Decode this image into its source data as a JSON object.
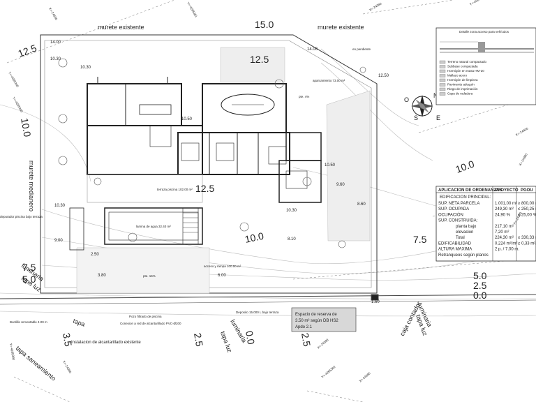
{
  "labels": {
    "wall_top_left": "murete existente",
    "wall_top_right": "murete existente",
    "wall_left": "murete medianero",
    "dim_15": "15.0",
    "dim_125_a": "12.5",
    "dim_125_b": "12.5",
    "dim_125_c": "12.5",
    "dim_100_left": "10.0",
    "dim_100_right": "10.0",
    "dim_100_mid": "10.0",
    "dim_75_right": "7.5",
    "dim_75_left": "7.5",
    "dim_50_left": "5.0",
    "dim_50_right": "5.0",
    "dim_25_right": "2.5",
    "dim_00_right": "0.0",
    "dim_25_bottom": "2.5",
    "dim_35_bottom": "3.5",
    "dim_00_bottom": "0.0",
    "dim_25_bottom2": "2.5",
    "e_1400_top": "14.00",
    "e_1400_top2": "14.00",
    "e_1030_a": "10.30",
    "e_1030_b": "10.30",
    "e_1030_c": "10.30",
    "e_1030_d": "10.30",
    "e_1050_a": "10.50",
    "e_1050_b": "10.50",
    "e_1250": "12.50",
    "e_960": "9.60",
    "e_860": "8.60",
    "e_900": "9.00",
    "e_810": "8.10",
    "e_250": "2.50",
    "e_380": "3.80",
    "e_600": "6.00",
    "e_160": "1.60",
    "en_pendiente": "en pendiente",
    "aparcamiento": "aparcamiento 73.00 m²",
    "pte4": "pte. 4%",
    "pte16": "pte. 16%",
    "terraza_piscina": "terraza piscina 102.00 m²",
    "lamina_agua": "lamina de agua 32.40 m²",
    "acceso": "acceso y rampa 100.00 m²",
    "depurador": "depurador piscina bajo terraza",
    "pozo": "Pozo filtrado de piscina",
    "conexion": "Conexion a red de alcantarillado PVC-Ø200",
    "deposito": "Deposito 15.000 L bajo terraza",
    "bordillo": "Bordillo remontable 4.00 m",
    "instalacion": "Instalacion de alcantarillado existente",
    "tapa": "tapa",
    "tapa_luz_left": "tapa luz",
    "tapa_luz_mid": "tapa luz",
    "tapa_saneamiento": "tapa saneamiento",
    "luminaria_left": "luminaria",
    "luminaria_mid": "luminaria",
    "luminaria_right": "luminaria",
    "tapa_luz_right": "tapa luz",
    "caja_contador": "caja contador",
    "reserva_box": [
      "Espacio de reserva de",
      "3.50 m² según DB HS2",
      "Apdo 2.1"
    ],
    "coords": [
      "X=-24630",
      "Y=-4265361",
      "Y=-4265300",
      "X=-24380",
      "X=-24400",
      "X=-24380",
      "X=-24380",
      "Y=-4265360",
      "Y=-4265340",
      "X=-24380",
      "Y=-4265360",
      "X=-24380",
      "Y=-4265340",
      "X=-24380"
    ]
  },
  "compass": {
    "n": "N",
    "s": "S",
    "e": "E",
    "o": "O"
  },
  "detail": {
    "title": "Detalle zona acceso para vehículos",
    "legend": [
      "Terreno natural compactado",
      "Subbase compactada",
      "Hormigón en masa HM-20",
      "Mallazo acero",
      "Hormigón de limpieza",
      "Pavimento adoquín",
      "Riego de imprimación",
      "Capa de rodadura"
    ]
  },
  "table": {
    "headers": [
      "APLICACION DE ORDENANZAS",
      "PROYECTO",
      "PGOU"
    ],
    "section1": "EDIFICACION PRINCIPAL:",
    "rows": [
      {
        "label": "SUP. NETA PARCELA",
        "proj": "1.001,00 m²",
        "pgou": "≥ 800,00 m²"
      },
      {
        "label": "SUP. OCUPADA",
        "proj": "249,30 m²",
        "pgou": "≤ 250,25 m²"
      },
      {
        "label": "OCUPACIÓN",
        "proj": "24,90 %",
        "pgou": "≤ 25,00 %"
      },
      {
        "label": "SUP. CONSTRUIDA:",
        "proj": "",
        "pgou": ""
      },
      {
        "label": "planta bajo",
        "proj": "217,10 m²",
        "pgou": ""
      },
      {
        "label": "elevacion",
        "proj": "7,20 m²",
        "pgou": ""
      },
      {
        "label": "Total",
        "proj": "224,30 m²",
        "pgou": "≤ 330,33 m²"
      },
      {
        "label": "EDIFICABILIDAD",
        "proj": "0,224 m²/m²",
        "pgou": "≤ 0,33 m²/m²"
      },
      {
        "label": "ALTURA MAXIMA",
        "proj": "2 p. / 7.00 m.",
        "pgou": ""
      },
      {
        "label": "Retranqueos según planos",
        "proj": "",
        "pgou": ""
      }
    ]
  }
}
